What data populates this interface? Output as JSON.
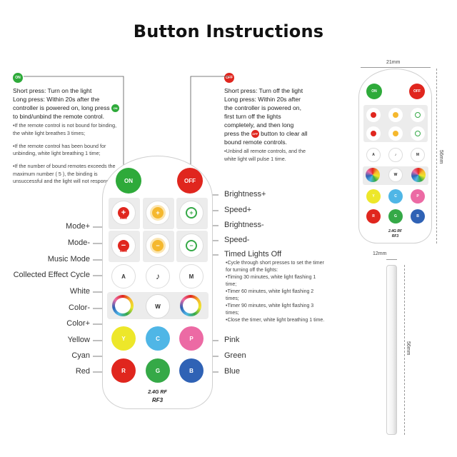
{
  "title": "Button Instructions",
  "on_note": {
    "badge": "ON",
    "line1": "Short press: Turn on the light",
    "line2": "Long press: Within 20s after the",
    "line3": "controller is powered on, long press",
    "line4": "to bind/unbind the remote control.",
    "bullet1": "•If the remote control is not bound for binding, the white light breathes 3 times;",
    "bullet2": "•If the remote control has been bound for unbinding, white light breathing 1 time;",
    "bullet3": "•If the number of bound remotes exceeds the maximum number ( 5 ), the binding is unsuccessful and the light will not respond."
  },
  "off_note": {
    "badge": "OFF",
    "line1": "Short press: Turn off the light",
    "line2": "Long press: Within 20s after",
    "line3": "the controller is powered on,",
    "line4": "first turn off the lights",
    "line5": "completely, and then long",
    "line6a": "press the",
    "line6b": "button to clear all",
    "line7": "bound remote controls.",
    "bullet1": "•Unbind all remote controls, and the white light will pulse 1 time."
  },
  "left_labels": {
    "mode_plus": "Mode+",
    "mode_minus": "Mode-",
    "music_mode": "Music Mode",
    "collected_cycle": "Collected Effect Cycle",
    "white": "White",
    "color_minus": "Color-",
    "color_plus": "Color+",
    "yellow": "Yellow",
    "cyan": "Cyan",
    "red": "Red"
  },
  "right_labels": {
    "brightness_plus": "Brightness+",
    "speed_plus": "Speed+",
    "brightness_minus": "Brightness-",
    "speed_minus": "Speed-",
    "timed_off": "Timed Lights Off",
    "timer_bullets": [
      "•Cycle through short presses to set the timer for turning off the lights:",
      "•Timing 30 minutes, white light flashing 1 time;",
      "•Timer 60 minutes, white light flashing 2 times;",
      "•Timer 90 minutes, white light flashing 3 times;",
      "•Close the timer, white light breathing 1 time."
    ],
    "pink": "Pink",
    "green": "Green",
    "blue": "Blue"
  },
  "remote": {
    "on": "ON",
    "off": "OFF",
    "mode_text": "MODE",
    "auto": "A",
    "music": "♪",
    "timer": "M",
    "white": "W",
    "yellow": "Y",
    "cyan": "C",
    "pink": "P",
    "red": "R",
    "green": "G",
    "blue": "B",
    "brand_top": "2.4G RF",
    "brand_bottom": "RF3"
  },
  "dimensions": {
    "width_front": "21mm",
    "height_front": "56mm",
    "thickness": "12mm",
    "height_side": "56mm"
  },
  "colors": {
    "on": "#2eaa3a",
    "off": "#e0261e",
    "yellow": "#ede72a",
    "cyan": "#4fb6e6",
    "pink": "#ec6aa4",
    "red": "#e0261e",
    "green": "#35a947",
    "blue": "#2f62b5"
  }
}
